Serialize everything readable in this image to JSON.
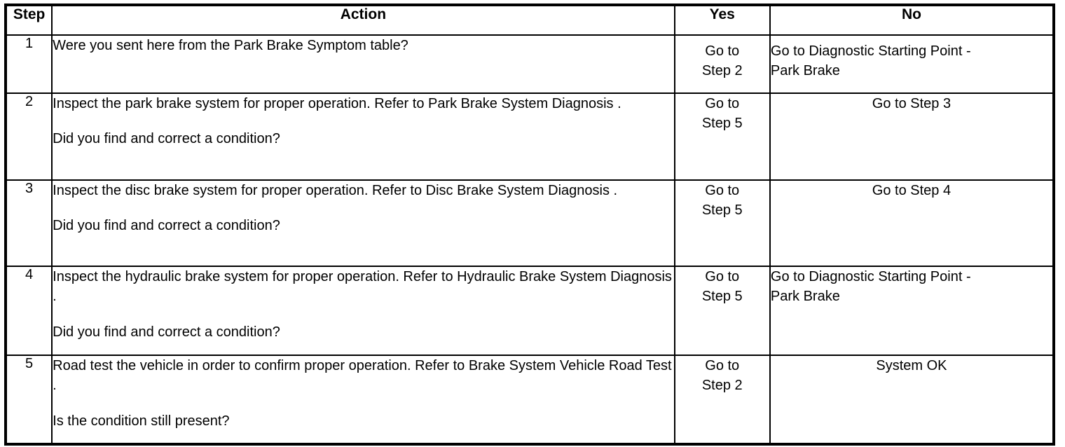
{
  "table": {
    "columns": [
      {
        "key": "step",
        "label": "Step"
      },
      {
        "key": "action",
        "label": "Action"
      },
      {
        "key": "yes",
        "label": "Yes"
      },
      {
        "key": "no",
        "label": "No"
      }
    ],
    "rows": [
      {
        "step": "1",
        "action_line1": "Were you sent here from the Park Brake Symptom table?",
        "action_line2": "",
        "yes_line1": "Go to",
        "yes_line2": "Step 2",
        "no_line1": "Go to Diagnostic Starting Point -",
        "no_line2": "Park Brake",
        "no_align": "left"
      },
      {
        "step": "2",
        "action_line1": "Inspect the park brake system for proper operation. Refer to Park Brake System Diagnosis .",
        "action_line2": "Did you find and correct a condition?",
        "yes_line1": "Go to",
        "yes_line2": "Step 5",
        "no_line1": "Go to Step 3",
        "no_line2": "",
        "no_align": "center"
      },
      {
        "step": "3",
        "action_line1": "Inspect the disc brake system for proper operation. Refer to Disc Brake System Diagnosis .",
        "action_line2": "Did you find and correct a condition?",
        "yes_line1": "Go to",
        "yes_line2": "Step 5",
        "no_line1": "Go to Step 4",
        "no_line2": "",
        "no_align": "center"
      },
      {
        "step": "4",
        "action_line1": "Inspect the hydraulic brake system for proper operation. Refer to Hydraulic Brake System Diagnosis .",
        "action_line2": "Did you find and correct a condition?",
        "yes_line1": "Go to",
        "yes_line2": "Step 5",
        "no_line1": "Go to Diagnostic Starting Point -",
        "no_line2": "Park Brake",
        "no_align": "left"
      },
      {
        "step": "5",
        "action_line1": "Road test the vehicle in order to confirm proper operation. Refer to Brake System Vehicle Road Test .",
        "action_line2": "Is the condition still present?",
        "yes_line1": "Go to",
        "yes_line2": "Step 2",
        "no_line1": "System OK",
        "no_line2": "",
        "no_align": "center"
      }
    ]
  },
  "colors": {
    "border": "#000000",
    "background": "#ffffff",
    "text": "#000000"
  }
}
